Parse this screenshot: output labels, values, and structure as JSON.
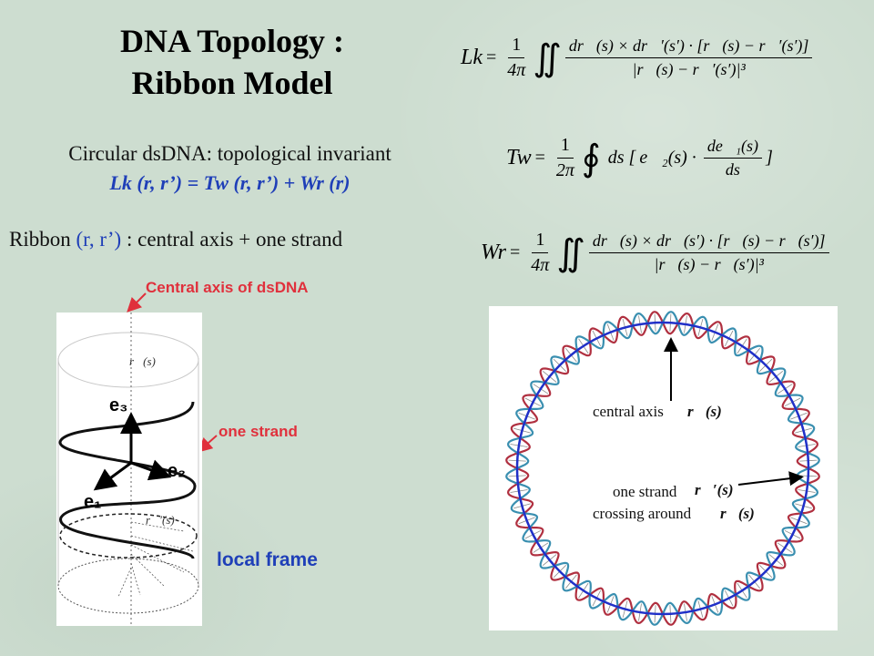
{
  "slide": {
    "title_line1": "DNA Topology :",
    "title_line2": "Ribbon Model",
    "invariant_text": "Circular dsDNA: topological invariant",
    "invariant_formula": "Lk (r, r’) = Tw (r, r’) + Wr (r)",
    "ribbon_prefix": "Ribbon ",
    "ribbon_pair": "(r, r’)",
    "ribbon_suffix": " : central axis + one strand"
  },
  "formulas": {
    "lk": {
      "lhs": "Lk",
      "num": "dr⃗(s) × dr⃗′(s′) · [r⃗(s) − r⃗′(s′)]",
      "den": "|r⃗(s) − r⃗′(s′)|³",
      "coef_num": "1",
      "coef_den": "4π",
      "integral": "∬"
    },
    "tw": {
      "lhs": "Tw",
      "body": "ds [e⃗₂(s) · de⃗₁(s)/ds]",
      "body_prefix": "ds [",
      "e2": "e⃗₂(s) ·",
      "de_num": "de⃗₁(s)",
      "de_den": "ds",
      "body_suffix": "]",
      "coef_num": "1",
      "coef_den": "2π",
      "integral": "∮"
    },
    "wr": {
      "lhs": "Wr",
      "num": "dr⃗(s) × dr⃗(s′) · [r⃗(s) − r⃗(s′)]",
      "den": "|r⃗(s) − r⃗(s′)|³",
      "coef_num": "1",
      "coef_den": "4π",
      "integral": "∬"
    }
  },
  "labels": {
    "central_axis_of_dsdna": "Central axis of dsDNA",
    "one_strand": "one strand",
    "local_frame": "local frame"
  },
  "left_diagram": {
    "r_s": "r⃗(s)",
    "e3": "e₃",
    "e2": "e₂",
    "e1": "e₁",
    "r_prime_s": "r⃗′(s)"
  },
  "right_diagram": {
    "central_axis": "central axis",
    "central_axis_symbol": "r⃗(s)",
    "one_strand": "one strand",
    "one_strand_symbol": "r⃗′(s)",
    "crossing_around": "crossing around",
    "crossing_symbol": "r⃗(s)"
  },
  "colors": {
    "background": "#cdddd0",
    "accent_blue": "#1f3fb8",
    "accent_red": "#e0303c",
    "ring_blue": "#2030c8",
    "strand_red": "#b03040",
    "strand_teal": "#3a8fb0"
  }
}
